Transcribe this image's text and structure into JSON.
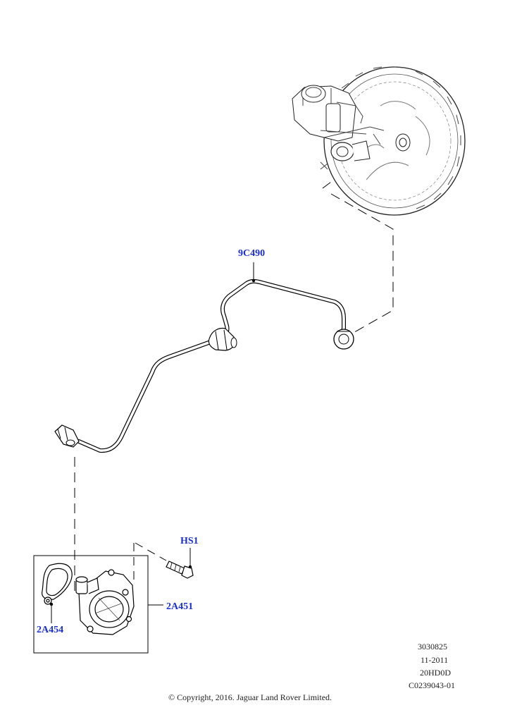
{
  "callouts": {
    "pipe": "9C490",
    "bolt": "HS1",
    "pump": "2A451",
    "seal": "2A454"
  },
  "meta": {
    "line1": "3030825",
    "line2": "11-2011",
    "line3": "20HD0D",
    "line4": "C0239043-01"
  },
  "copyright": "© Copyright, 2016. Jaguar Land Rover Limited.",
  "colors": {
    "callout": "#1a2fd0",
    "line": "#000000"
  }
}
